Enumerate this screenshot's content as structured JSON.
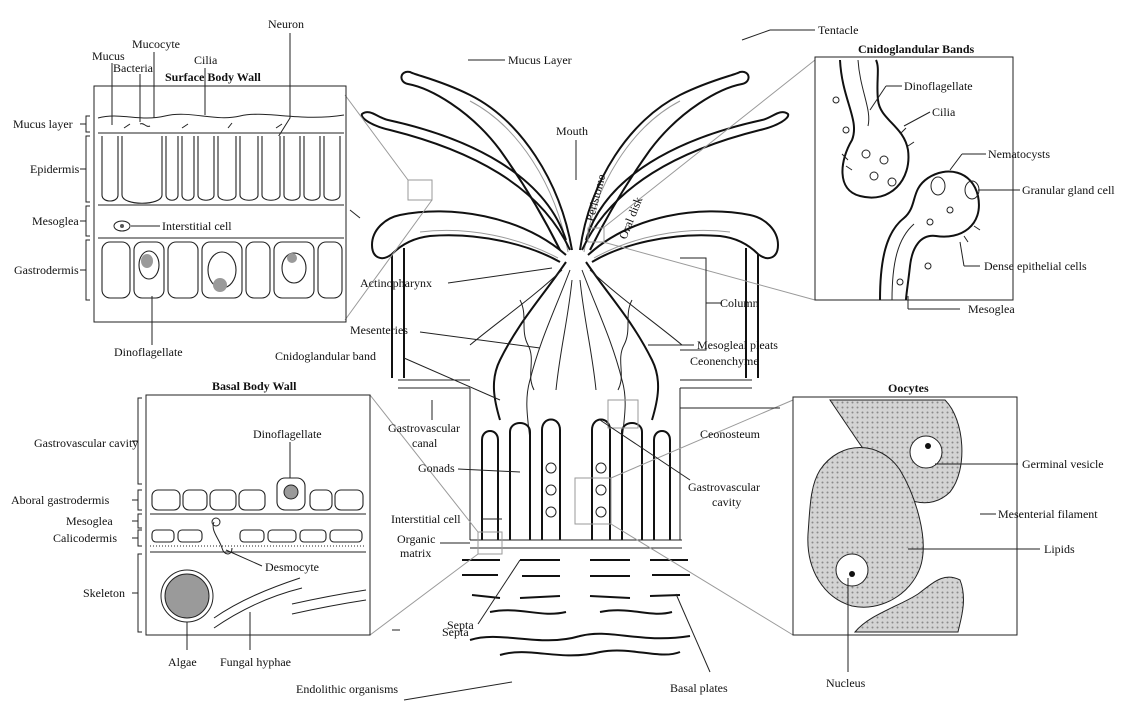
{
  "panels": {
    "surface_body_wall": {
      "title": "Surface Body Wall",
      "top_labels": [
        "Mucus",
        "Mucocyte",
        "Bacteria",
        "Cilia",
        "Neuron"
      ],
      "left_labels": [
        "Mucus layer",
        "Epidermis",
        "Mesoglea",
        "Gastrodermis"
      ],
      "interstitial": "Interstitial cell",
      "bottom": "Dinoflagellate"
    },
    "basal_body_wall": {
      "title": "Basal Body Wall",
      "left_labels": [
        "Gastrovascular cavity",
        "Aboral gastrodermis",
        "Mesoglea",
        "Calicodermis",
        "Skeleton"
      ],
      "inner_labels": [
        "Dinoflagellate",
        "Desmocyte"
      ],
      "bottom_labels": [
        "Algae",
        "Fungal hyphae"
      ]
    },
    "cnidoglandular_bands": {
      "title": "Cnidoglandular Bands",
      "labels": [
        "Dinoflagellate",
        "Cilia",
        "Nematocysts",
        "Granular gland cell",
        "Dense epithelial cells",
        "Mesoglea"
      ]
    },
    "oocytes": {
      "title": "Oocytes",
      "labels": [
        "Germinal vesicle",
        "Mesenterial filament",
        "Lipids",
        "Nucleus"
      ]
    }
  },
  "center_labels": {
    "tentacle": "Tentacle",
    "mucus_layer": "Mucus Layer",
    "mouth": "Mouth",
    "peristome": "Peristome",
    "oral_disk": "Oral disk",
    "column": "Column",
    "actinopharynx": "Actinopharynx",
    "mesenteries": "Mesenteries",
    "mesogleal_pleats": "Mesogleal pleats",
    "coenenchyme": "Ceonenchyme",
    "cnidoglandular_band": "Cnidoglandular band",
    "gastrovascular_canal_1": "Gastrovascular",
    "gastrovascular_canal_2": "canal",
    "coenosteum": "Ceonosteum",
    "gonads": "Gonads",
    "gastrovascular_cavity_1": "Gastrovascular",
    "gastrovascular_cavity_2": "cavity",
    "interstitial_cell": "Interstitial cell",
    "organic_matrix_1": "Organic",
    "organic_matrix_2": "matrix",
    "septa_a": "Septa",
    "septa_b": "Septa",
    "endolithic": "Endolithic organisms",
    "basal_plates": "Basal plates"
  }
}
